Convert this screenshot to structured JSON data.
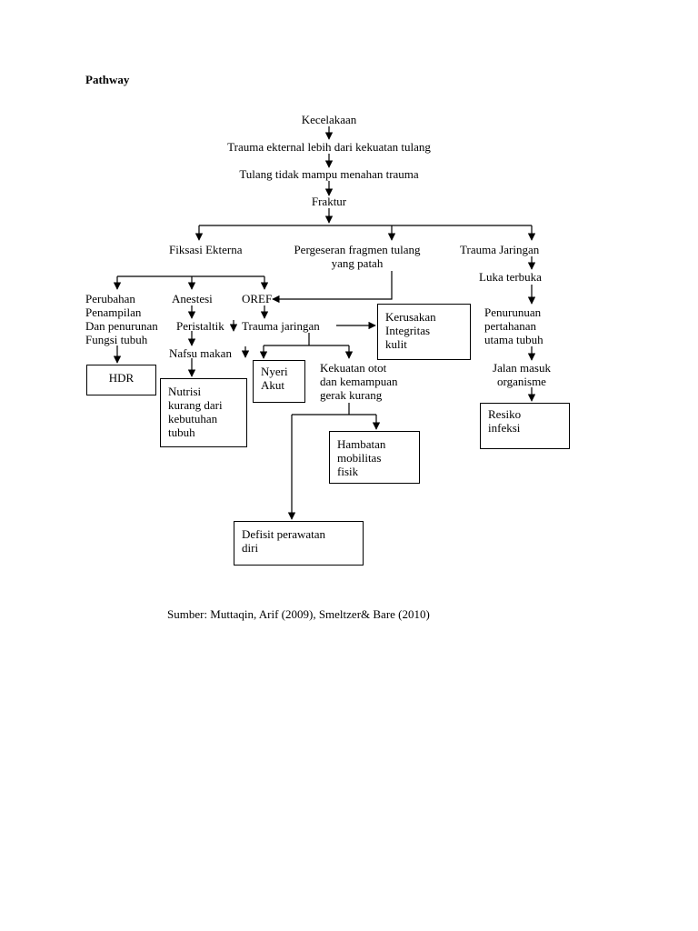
{
  "title": "Pathway",
  "nodes": {
    "kecelakaan": "Kecelakaan",
    "trauma_eksternal": "Trauma ekternal lebih dari kekuatan tulang",
    "tulang_tidak_mampu": "Tulang tidak mampu menahan trauma",
    "fraktur": "Fraktur",
    "fiksasi_eksterna": "Fiksasi Ekterna",
    "pergeseran": [
      "Pergeseran fragmen tulang",
      "yang patah"
    ],
    "trauma_jaringan_top": "Trauma Jaringan",
    "luka_terbuka": "Luka terbuka",
    "perubahan_penampilan": [
      "Perubahan",
      "Penampilan",
      "Dan penurunan",
      "Fungsi tubuh"
    ],
    "anestesi": "Anestesi",
    "oref": "OREF",
    "peristaltik": "Peristaltik",
    "trauma_jaringan_mid": "Trauma jaringan",
    "nafsu_makan": "Nafsu makan",
    "kerusakan_integritas": [
      "Kerusakan",
      "Integritas",
      "kulit"
    ],
    "penurunan_pertahanan": [
      "Penurunuan",
      "pertahanan",
      "utama tubuh"
    ],
    "jalan_masuk": [
      "Jalan masuk",
      "organisme"
    ],
    "hdr": "HDR",
    "nutrisi": [
      "Nutrisi",
      "kurang dari",
      "kebutuhan",
      "tubuh"
    ],
    "nyeri_akut": [
      "Nyeri",
      "Akut"
    ],
    "kekuatan_otot": [
      "Kekuatan otot",
      "dan kemampuan",
      "gerak kurang"
    ],
    "resiko_infeksi": [
      "Resiko",
      "infeksi"
    ],
    "hambatan_mobilitas": [
      "Hambatan",
      "mobilitas",
      "fisik"
    ],
    "defisit_perawatan": [
      "Defisit perawatan",
      "diri"
    ]
  },
  "source": "Sumber: Muttaqin, Arif (2009), Smeltzer& Bare (2010)"
}
